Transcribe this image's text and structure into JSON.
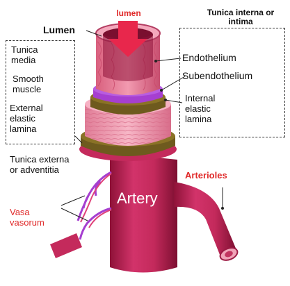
{
  "labels": {
    "lumen_top": "lumen",
    "lumen": "Lumen",
    "tunica_interna": "Tunica interna or intima",
    "endothelium": "Endothelium",
    "subendothelium": "Subendothelium",
    "internal_elastic": "Internal elastic lamina",
    "tunica_media": "Tunica media",
    "smooth_muscle": "Smooth muscle",
    "external_elastic": "External elastic lamina",
    "tunica_externa": "Tunica externa or adventitia",
    "vasa_vasorum": "Vasa vasorum",
    "artery": "Artery",
    "arterioles": "Arterioles"
  },
  "colors": {
    "artery": "#c9285a",
    "artery_dark": "#8e1238",
    "media": "#f3a0b5",
    "elastic": "#6e5a1e",
    "sub": "#a63fd0",
    "label_red": "#e02a2a",
    "arrow": "#e8274c"
  }
}
